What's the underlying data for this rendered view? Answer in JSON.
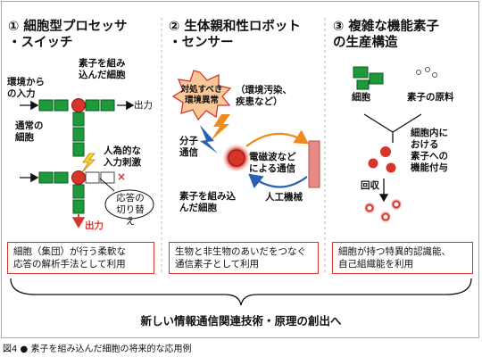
{
  "col1": {
    "title": "① 細胞型プロセッサ\n ・スイッチ",
    "env_input": "環境から\nの入力",
    "cell_with_elements": "素子を組み\n込んだ細胞",
    "normal_cell": "通常の\n細胞",
    "output_top": "出力",
    "artificial_input": "人為的な\n入力刺激",
    "cross": "×",
    "response_switch": "応答の\n切り替え",
    "output_bottom": "出力",
    "summary": "細胞（集団）が行う柔軟な\n応答の解析手法として利用"
  },
  "col2": {
    "title": "② 生体親和性ロボット\n ・センサー",
    "burst": "対処すべき\n環境異常",
    "env_examples": "（環境汚染、\n疾患など）",
    "molecular_comm": "分子\n通信",
    "em_comm": "電磁波など\nによる通信",
    "cell_with_elements": "素子を組み込\nんだ細胞",
    "artificial_machine": "人工機械",
    "summary": "生物と非生物のあいだをつなぐ\n通信素子として利用"
  },
  "col3": {
    "title": "③ 複雑な機能素子\n の生産構造",
    "cell": "細胞",
    "raw_material": "素子の原料",
    "function_assign": "細胞内に\nおける\n素子への\n機能付与",
    "recovery": "回収",
    "summary": "細胞が持つ特異的認識能、\n自己組織能を利用"
  },
  "footer": "新しい情報通信関連技術・原理の創出へ",
  "caption": "図4 ● 素子を組み込んだ細胞の将来的な応用例",
  "colors": {
    "green": "#1f9a3a",
    "red": "#d9342b",
    "orange": "#f08a1c",
    "blue": "#2a62b0",
    "burst_fill": "#f7c89a",
    "machine": "#e88a86"
  }
}
